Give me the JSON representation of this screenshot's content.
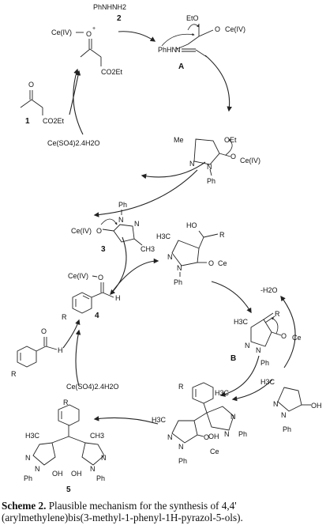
{
  "labels": {
    "phnhnh2": "PhNHNH2",
    "num_2": "2",
    "ce_iv_a": "Ce(IV)",
    "o_plus": "+",
    "co2et_top": "CO2Et",
    "o_ketone_1": "O",
    "co2et_1": "CO2Et",
    "num_1": "1",
    "eto_a": "EtO",
    "ce_iv_a2": "Ce(IV)",
    "phhn_a": "PhHN",
    "n_a": "N",
    "label_A": "A",
    "me_p": "Me",
    "oet_p": "OEt",
    "o_ce_p": "O",
    "ce_iv_p": "Ce(IV)",
    "n_p1": "N",
    "n_p2": "N",
    "ph_p": "Ph",
    "ce_salt_top": "Ce(SO4)2.4H2O",
    "ph_3": "Ph",
    "n_3a": "N",
    "n_3b": "N",
    "ce_iv_3": "Ce(IV)",
    "o_3": "O",
    "num_3": "3",
    "ch3_3": "CH3",
    "ho_i": "HO",
    "r_i": "R",
    "h3c_i": "H3C",
    "n_i1": "N",
    "n_i2": "N",
    "o_ce_i": "O",
    "ce_i": "Ce",
    "ph_i": "Ph",
    "ce_iv_4": "Ce(IV)",
    "o_4": "O",
    "h_4": "H",
    "r_4": "R",
    "num_4": "4",
    "minus_h2o": "-H2O",
    "h3c_B": "H3C",
    "r_B": "R",
    "n_B1": "N",
    "n_B2": "N",
    "o_B": "O",
    "ce_B": "Ce",
    "ph_B": "Ph",
    "label_B": "B",
    "o_ald": "O",
    "h_ald": "H",
    "r_ald": "R",
    "ce_salt_bottom": "Ce(SO4)2.4H2O",
    "h3c_pyr": "H3C",
    "n_pyr1": "N",
    "n_pyr2": "N",
    "oh_pyr": "OH",
    "ph_pyr": "Ph",
    "r_adduct": "R",
    "h3c_adduct": "H3C",
    "n_add1": "N",
    "n_add2": "N",
    "oh_add": "OH",
    "ph_add": "Ph",
    "h3c_add2": "H3C",
    "n_add3": "N",
    "n_add4": "N",
    "o_add": "O",
    "ce_add": "Ce",
    "ph_add2": "Ph",
    "r_5": "R",
    "h3c_5a": "H3C",
    "ch3_5b": "CH3",
    "n_5a": "N",
    "n_5b": "N",
    "n_5c": "N",
    "n_5d": "N",
    "oh_5a": "OH",
    "oh_5b": "OH",
    "ph_5a": "Ph",
    "ph_5b": "Ph",
    "num_5": "5"
  },
  "caption": {
    "label": "Scheme 2.",
    "line1": "Plausible mechanism for the synthesis of 4,4'",
    "line2": "(arylmethylene)bis(3-methyl-1-phenyl-1H-pyrazol-5-ols)."
  }
}
